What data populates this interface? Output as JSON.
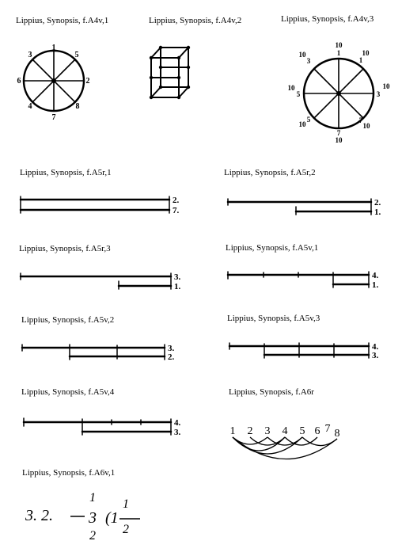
{
  "figures": [
    {
      "id": "a4v1",
      "caption": "Lippius, Synopsis, f.A4v,1"
    },
    {
      "id": "a4v2",
      "caption": "Lippius, Synopsis, f.A4v,2"
    },
    {
      "id": "a4v3",
      "caption": "Lippius, Synopsis, f.A4v,3"
    },
    {
      "id": "a5r1",
      "caption": "Lippius, Synopsis, f.A5r,1",
      "labels": [
        "2.",
        "7."
      ]
    },
    {
      "id": "a5r2",
      "caption": "Lippius, Synopsis, f.A5r,2",
      "labels": [
        "2.",
        "1."
      ]
    },
    {
      "id": "a5r3",
      "caption": "Lippius, Synopsis, f.A5r,3",
      "labels": [
        "3.",
        "1."
      ]
    },
    {
      "id": "a5v1",
      "caption": "Lippius, Synopsis, f.A5v,1",
      "labels": [
        "4.",
        "1."
      ]
    },
    {
      "id": "a5v2",
      "caption": "Lippius, Synopsis, f.A5v,2",
      "labels": [
        "3.",
        "2."
      ]
    },
    {
      "id": "a5v3",
      "caption": "Lippius, Synopsis, f.A5v,3",
      "labels": [
        "4.",
        "3."
      ]
    },
    {
      "id": "a5v4",
      "caption": "Lippius, Synopsis, f.A5v,4",
      "labels": [
        "4.",
        "3."
      ]
    },
    {
      "id": "a6r",
      "caption": "Lippius, Synopsis, f.A6r",
      "numbers": [
        "1",
        "2",
        "3",
        "4",
        "5",
        "6",
        "7",
        "8"
      ]
    },
    {
      "id": "a6v1",
      "caption": "Lippius, Synopsis, f.A6v,1",
      "formula": {
        "lead": "3. 2.",
        "top": "1",
        "mid": "3",
        "bottom": "2",
        "paren": "(1",
        "frac_num": "1",
        "frac_den": "2"
      }
    }
  ],
  "wheel_a4v1": {
    "labels": [
      "1",
      "5",
      "3",
      "2",
      "6",
      "4",
      "8",
      "7"
    ]
  },
  "wheel_a4v3": {
    "labels": [
      "10",
      "10",
      "10",
      "10",
      "10",
      "10",
      "10",
      "10"
    ],
    "inner": [
      "1",
      "1",
      "3",
      "3",
      "5",
      "5",
      "7",
      "7"
    ]
  }
}
